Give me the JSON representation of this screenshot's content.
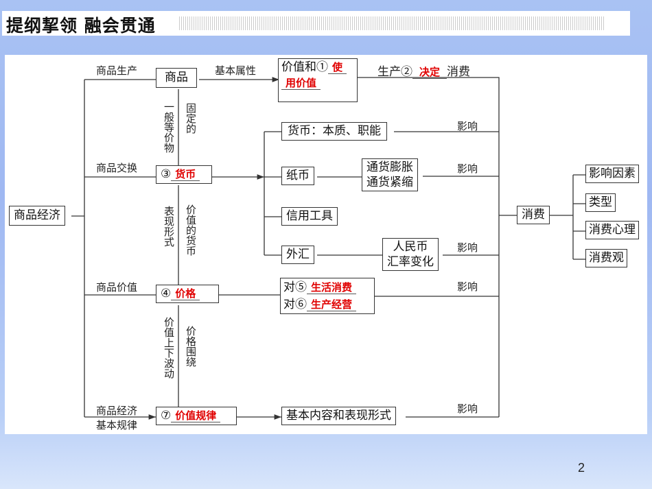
{
  "header": {
    "title": "提纲挈领 融会贯通"
  },
  "root": "商品经济",
  "edges": {
    "production": "商品生产",
    "exchange": "商品交换",
    "value": "商品价值",
    "law1": "商品经济",
    "law2": "基本规律",
    "attr": "基本属性",
    "influence": "影响"
  },
  "vlabels": {
    "general_equiv": "一般等价物",
    "fixed": "固定的",
    "expression": "表现形式",
    "value_money": "价值的货币",
    "fluct": "价值上下波动",
    "around": "价格围绕"
  },
  "boxes": {
    "commodity": "商品",
    "attr_prefix": "价值和①",
    "attr_a1": "使",
    "attr_a2": "用价值",
    "prod_prefix": "生产②",
    "prod_ans": "决定",
    "prod_suffix": "消费",
    "money_prefix": "③",
    "money_ans": "货币",
    "price_prefix": "④",
    "price_ans": "价格",
    "law_prefix": "⑦",
    "law_ans": "价值规律",
    "money_nature": "货币：本质、职能",
    "paper": "纸币",
    "infl1": "通货膨胀",
    "infl2": "通货紧缩",
    "credit": "信用工具",
    "forex": "外汇",
    "rmb1": "人民币",
    "rmb2": "汇率变化",
    "p5_prefix": "对⑤",
    "p5_ans": "生活消费",
    "p6_prefix": "对⑥",
    "p6_ans": "生产经营",
    "basic": "基本内容和表现形式",
    "consumption": "消费",
    "factors": "影响因素",
    "types": "类型",
    "psych": "消费心理",
    "view": "消费观"
  },
  "page_number": "2"
}
